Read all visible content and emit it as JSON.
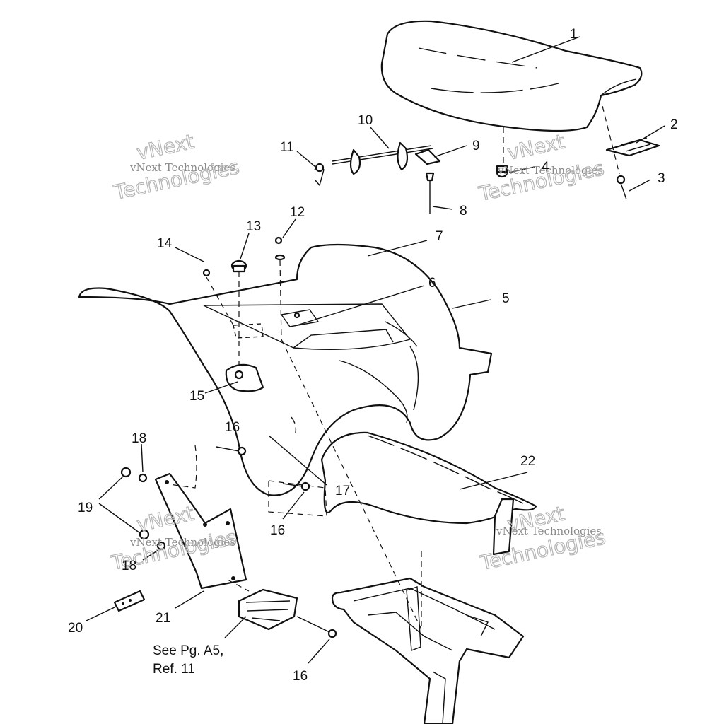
{
  "callouts": [
    {
      "id": "1",
      "text": "1"
    },
    {
      "id": "2",
      "text": "2"
    },
    {
      "id": "3",
      "text": "3"
    },
    {
      "id": "4",
      "text": "4"
    },
    {
      "id": "5",
      "text": "5"
    },
    {
      "id": "6",
      "text": "6"
    },
    {
      "id": "7",
      "text": "7"
    },
    {
      "id": "8",
      "text": "8"
    },
    {
      "id": "9",
      "text": "9"
    },
    {
      "id": "10",
      "text": "10"
    },
    {
      "id": "11",
      "text": "11"
    },
    {
      "id": "12",
      "text": "12"
    },
    {
      "id": "13",
      "text": "13"
    },
    {
      "id": "14",
      "text": "14"
    },
    {
      "id": "15",
      "text": "15"
    },
    {
      "id": "16",
      "text": "16"
    },
    {
      "id": "17",
      "text": "17"
    },
    {
      "id": "18",
      "text": "18"
    },
    {
      "id": "19",
      "text": "19"
    },
    {
      "id": "20",
      "text": "20"
    },
    {
      "id": "21",
      "text": "21"
    },
    {
      "id": "22",
      "text": "22"
    }
  ],
  "note": {
    "line1": "See Pg. A5,",
    "line2": "Ref. 11"
  },
  "watermark": {
    "company_line": "vNext Technologies",
    "brand_line1": "vNext",
    "brand_line2": "Technologies"
  }
}
